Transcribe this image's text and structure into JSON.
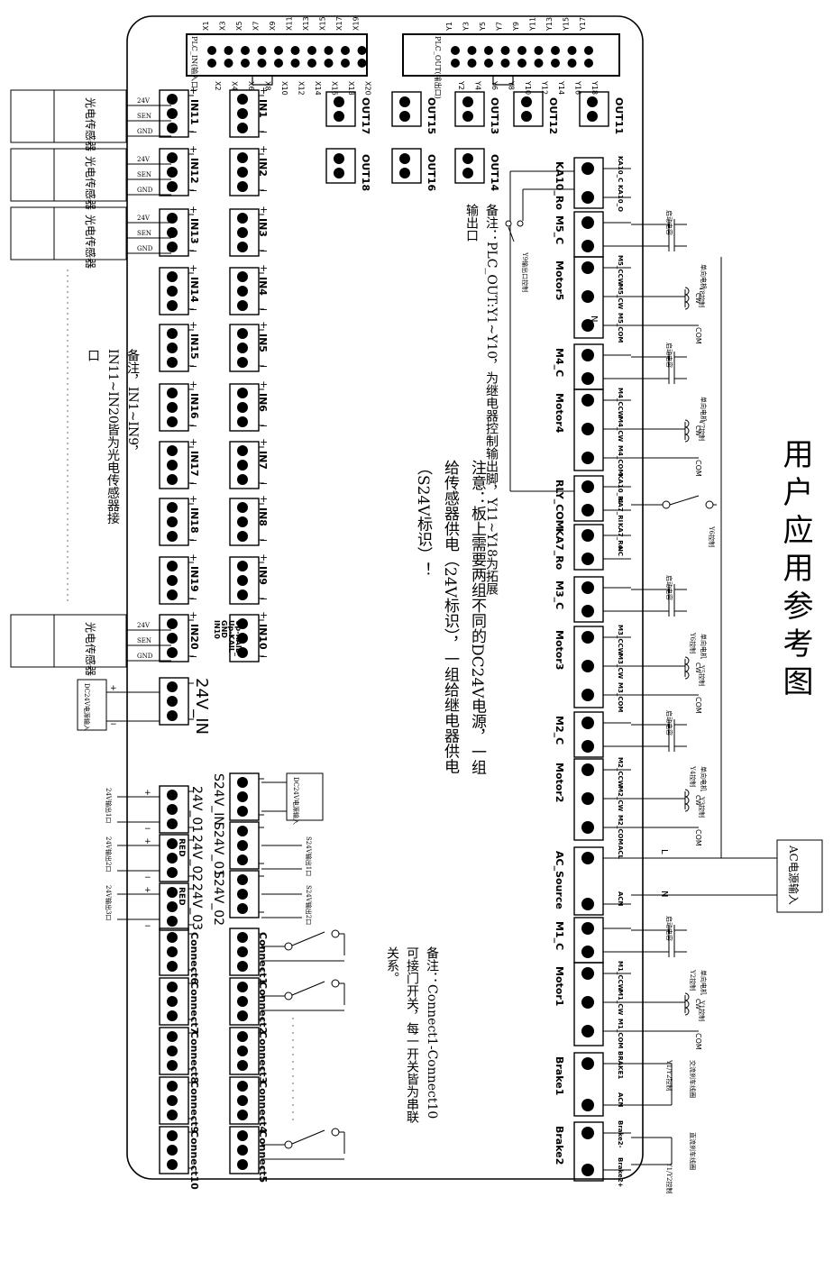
{
  "title": "用户应用参考图",
  "notes": {
    "relay_out": "备注：PLC_OUT:Y1~Y10，为继电器控制输出脚，Y11~Y18为拓展输出口",
    "power": "注意：板上需要两组不同的DC24V电源，一组给传感器供电（24V标识），一组给继电器供电（S24V标识）！",
    "sensors": "备注，IN1~IN9，IN11~IN20皆为光电传感器接口",
    "connect": "备注：Connect1-Connect10可接门开关，每一开关皆为串联关系。"
  },
  "plc_in": {
    "label": "PLC_IN(输入口)",
    "odd_pins": [
      "X1",
      "X3",
      "X5",
      "X7",
      "X9",
      "X11",
      "X13",
      "X15",
      "X17",
      "X19"
    ],
    "even_pins": [
      "X2",
      "X4",
      "X6",
      "X8",
      "X10",
      "X12",
      "X14",
      "X16",
      "X18",
      "X20"
    ]
  },
  "plc_out": {
    "label": "PLC_OUT(输出口)",
    "odd_pins": [
      "Y1",
      "Y3",
      "Y5",
      "Y7",
      "Y9",
      "Y11",
      "Y13",
      "Y15",
      "Y17"
    ],
    "even_pins": [
      "Y2",
      "Y4",
      "Y6",
      "Y8",
      "Y10",
      "Y12",
      "Y14",
      "Y16",
      "Y18"
    ]
  },
  "sensor_box": {
    "text": "光电传感器",
    "pins": [
      "24V",
      "SEN",
      "GND"
    ]
  },
  "in_left": [
    "IN11",
    "IN12",
    "IN13",
    "IN14",
    "IN15",
    "IN16",
    "IN17",
    "IN18",
    "IN19",
    "IN20"
  ],
  "in_right": [
    "IN1",
    "IN2",
    "IN3",
    "IN4",
    "IN5",
    "IN6",
    "IN7",
    "IN8",
    "IN9",
    "IN10"
  ],
  "in10_pins": [
    "IN10",
    "GND",
    "Up-KAIL",
    "Up-KAIL_"
  ],
  "out_top": [
    "OUT17",
    "OUT15",
    "OUT13",
    "OUT12",
    "OUT11"
  ],
  "out_bottom": [
    "OUT18",
    "OUT16",
    "OUT14"
  ],
  "power": {
    "in_label": "24V_IN",
    "dc_box": "DC24V电源输入",
    "s24v_box": "DC24V电源输入",
    "outputs": [
      "24V_01",
      "24V_02",
      "24V_03"
    ],
    "s_outputs": [
      "S24V_IN",
      "S24V_01",
      "S24V_02"
    ],
    "red": "RED",
    "out_labels": [
      "24V输出1口",
      "24V输出2口",
      "24V输出3口"
    ],
    "s_out_labels": [
      "S24V输出1口",
      "S24V输出2口"
    ]
  },
  "connects_left": [
    "Connect6",
    "Connect7",
    "Connect8",
    "Connect9",
    "Connect10"
  ],
  "connects_right": [
    "Connect1",
    "Connect2",
    "Connect3",
    "Connect4",
    "Connect5"
  ],
  "right_terms": [
    "KA10_Ro",
    "M5_C",
    "Motor5",
    "M4_C",
    "Motor4",
    "RLY_COM",
    "KA7_Ro",
    "M3_C",
    "Motor3",
    "M2_C",
    "Motor2",
    "AC_Source",
    "M1_C",
    "Motor1",
    "Brake1",
    "Brake2"
  ],
  "right_pins": {
    "ka10": [
      "KA10_C",
      "KA10_O"
    ],
    "motor5": [
      "M5_CCW",
      "M5_CW",
      "M5_COM"
    ],
    "motor4": [
      "M4_CCW",
      "M4_CW",
      "M4_COM"
    ],
    "rly": [
      "KA10_RI",
      "KA7_RI"
    ],
    "ka7": [
      "KA7_Ro",
      "NC"
    ],
    "motor3": [
      "M3_CCW",
      "M3_CW",
      "M3_COM"
    ],
    "motor2": [
      "M2_CCW",
      "M2_CW",
      "M2_COM"
    ],
    "ac": [
      "ACL",
      "ACN"
    ],
    "motor1": [
      "M1_CCW",
      "M1_CW",
      "M1_COM"
    ],
    "brake1": [
      "BRAKE1",
      "ACN"
    ],
    "brake2": [
      "Brake2-",
      "Brake2+"
    ]
  },
  "right_labels": {
    "start_cap": "启动电容",
    "motor": "单向电机",
    "cw": "CW",
    "ccw": "CCW",
    "com": "COM",
    "n": "N",
    "l": "L",
    "y9": "Y9输出口控制",
    "y8_ctrl": "Y8控制",
    "y7_ctrl": "Y7控制",
    "y6_ctrl": "Y6控制",
    "y5_ctrl": "Y5控制",
    "y4_ctrl": "Y4控制",
    "y3_ctrl": "Y3控制",
    "y2_ctrl": "Y2控制",
    "y1_ctrl": "Y1控制",
    "ac_box": "AC电源输入",
    "brake_ac": "交流刹车线圈",
    "brake_dc": "直流刹车线圈",
    "y1y2": "Y1/Y2控制"
  }
}
